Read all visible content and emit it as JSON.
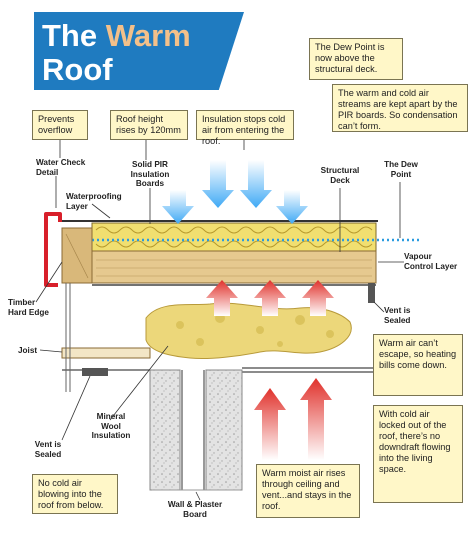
{
  "title": {
    "line1_part1": "The",
    "line1_part2": "Warm",
    "line2": "Roof"
  },
  "callouts": {
    "dew_point": "The Dew Point is now above the structural deck.",
    "streams": "The warm and cold air streams are kept apart by the PIR boards. So condensation can’t form.",
    "prevents_overflow": "Prevents overflow",
    "roof_height": "Roof height rises by 120mm",
    "insulation_stops": "Insulation stops cold air from entering the roof.",
    "warm_air_escape": "Warm air can’t escape, so heating bills come down.",
    "cold_air_locked": "With cold air locked out of the roof, there’s no downdraft flowing into the living space.",
    "no_cold_air": "No cold air blowing into the roof from below.",
    "warm_moist_air": "Warm moist air rises through ceiling and vent...and stays in the roof."
  },
  "labels": {
    "water_check": "Water Check Detail",
    "solid_pir": "Solid PIR Insulation Boards",
    "structural_deck": "Structural Deck",
    "the_dew_point": "The Dew Point",
    "waterproofing": "Waterproofing Layer",
    "vapour_control": "Vapour Control Layer",
    "timber_edge": "Timber Hard Edge",
    "vent_sealed_right": "Vent is Sealed",
    "joist": "Joist",
    "mineral_wool": "Mineral Wool Insulation",
    "vent_sealed_left": "Vent is Sealed",
    "wall_plaster": "Wall & Plaster Board"
  },
  "colors": {
    "title_bg": "#1f7bc0",
    "title_accent": "#f3c08a",
    "callout_bg": "#fff7c8",
    "cold_arrow": "#3fa9f5",
    "warm_arrow": "#e0312b",
    "insulation": "#f1df70",
    "timber": "#d9b87a",
    "dew_line": "#2a9be0"
  },
  "icons": [
    "cold-air-arrow",
    "warm-air-arrow"
  ]
}
